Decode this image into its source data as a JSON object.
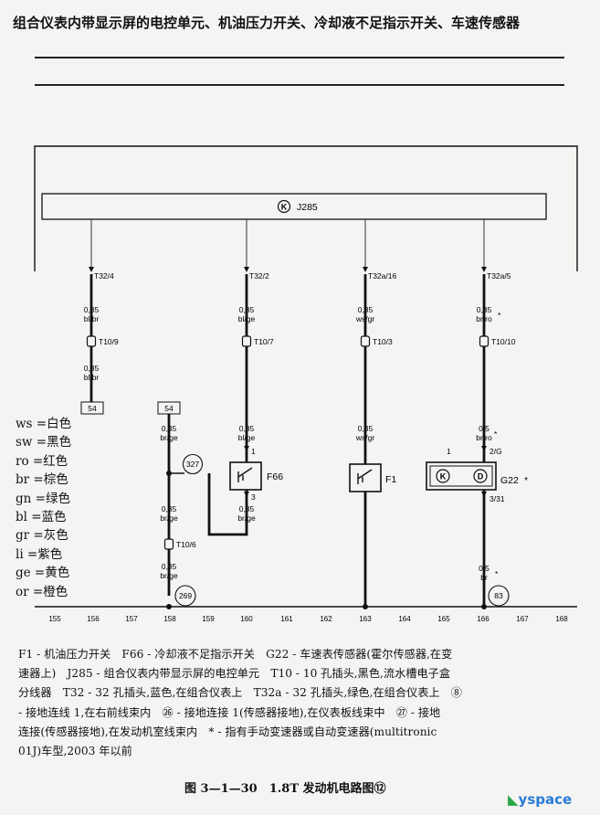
{
  "header": {
    "title": "组合仪表内带显示屏的电控单元、机油压力开关、冷却液不足指示开关、车速传感器"
  },
  "diagram": {
    "ecu_label": "J285",
    "k_symbol": "K",
    "d_symbol": "D",
    "circuits": [
      {
        "id": "c1",
        "connector": "T32/4",
        "wire_top_size": "0,35",
        "wire_top_color": "bl/br",
        "plug": "T10/9",
        "wire_bot_size": "0,35",
        "wire_bot_color": "bl/br",
        "box": "54"
      },
      {
        "id": "c2",
        "connector": "T32/2",
        "wire_top_size": "0,35",
        "wire_top_color": "bl/ge",
        "plug": "T10/7",
        "wire_bot_size": "0,35",
        "wire_bot_color": "bl/ge",
        "pin_top": "1",
        "component": "F66",
        "pin_bot": "3",
        "wire_low_size": "0,35",
        "wire_low_color": "br/ge"
      },
      {
        "id": "c3",
        "connector": "T32a/16",
        "wire_top_size": "0,35",
        "wire_top_color": "ws/gr",
        "plug": "T10/3",
        "wire_bot_size": "0,35",
        "wire_bot_color": "ws/gr",
        "component": "F1"
      },
      {
        "id": "c4",
        "connector": "T32a/5",
        "wire_top_size": "0,35",
        "wire_top_color": "br/ro",
        "star_top": "*",
        "plug": "T10/10",
        "wire_bot_size": "0,5",
        "wire_bot_color": "br/ro",
        "star_bot": "*",
        "pin_left": "1",
        "pin_top": "2/G",
        "component": "G22",
        "comp_star": "*",
        "pin_bot": "3/31",
        "wire_low_size": "0,5",
        "wire_low_color": "br",
        "star_low": "*",
        "ground": "83"
      }
    ],
    "ground_circuit": {
      "box": "54",
      "wire1_size": "0,35",
      "wire1_color": "br/ge",
      "junction": "327",
      "wire2_size": "0,35",
      "wire2_color": "br/ge",
      "plug": "T10/6",
      "wire3_size": "0,35",
      "wire3_color": "br/ge",
      "ground": "269"
    },
    "grid_numbers": [
      "155",
      "156",
      "157",
      "158",
      "159",
      "160",
      "161",
      "162",
      "163",
      "164",
      "165",
      "166",
      "167",
      "168"
    ]
  },
  "legend": [
    "ws =白色",
    "sw =黑色",
    "ro =红色",
    "br =棕色",
    "gn =绿色",
    "bl =蓝色",
    "gr =灰色",
    "li =紫色",
    "ge =黄色",
    "or =橙色"
  ],
  "description": [
    "F1 - 机油压力开关　F66 - 冷却液不足指示开关　G22 - 车速表传感器(霍尔传感器,在变",
    "速器上)　J285 - 组合仪表内带显示屏的电控单元　T10 - 10 孔插头,黑色,流水槽电子盒",
    "分线器　T32 - 32 孔插头,蓝色,在组合仪表上　T32a - 32 孔插头,绿色,在组合仪表上　⑧",
    " - 接地连线 1,在右前线束内　㉖ - 接地连接 1(传感器接地),在仪表板线束中　㉗ - 接地",
    "连接(传感器接地),在发动机室线束内　* - 指有手动变速器或自动变速器(multitronic",
    "01J)车型,2003 年以前"
  ],
  "caption": "图 3—1—30　1.8T 发动机电路图⑫",
  "watermark": {
    "text": "yspace"
  }
}
